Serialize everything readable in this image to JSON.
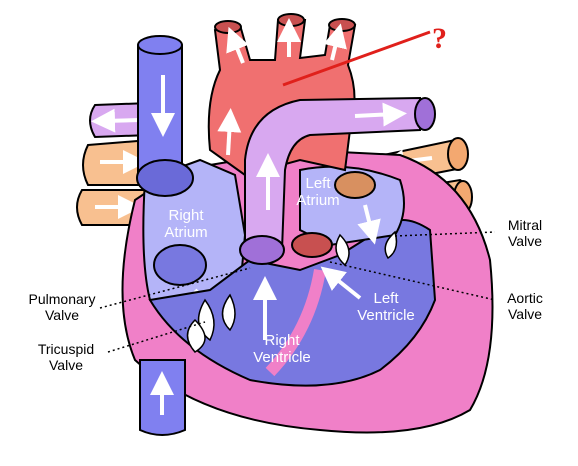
{
  "diagram": {
    "question_mark": "?",
    "chambers": {
      "right_atrium": [
        "Right",
        "Atrium"
      ],
      "left_atrium": [
        "Left",
        "Atrium"
      ],
      "right_ventricle": [
        "Right",
        "Ventricle"
      ],
      "left_ventricle": [
        "Left",
        "Ventricle"
      ]
    },
    "valves": {
      "pulmonary": [
        "Pulmonary",
        "Valve"
      ],
      "tricuspid": [
        "Tricuspid",
        "Valve"
      ],
      "mitral": [
        "Mitral",
        "Valve"
      ],
      "aortic": [
        "Aortic",
        "Valve"
      ]
    },
    "colors": {
      "aorta": "#f07070",
      "aorta_dark": "#c85050",
      "vena_cava": "#8080f0",
      "vena_cava_dark": "#5a5ad0",
      "pulmonary_artery": "#d8a8f0",
      "pulmonary_artery_dark": "#b078e0",
      "pulmonary_vein": "#f8c090",
      "pulmonary_vein_dark": "#d89060",
      "heart_wall": "#f080c8",
      "heart_wall_dark": "#d050a0",
      "right_atrium": "#b4b4f8",
      "ventricle": "#7878e0",
      "left_atrium": "#b4b4f8",
      "pointer_line": "#e0201b"
    }
  }
}
